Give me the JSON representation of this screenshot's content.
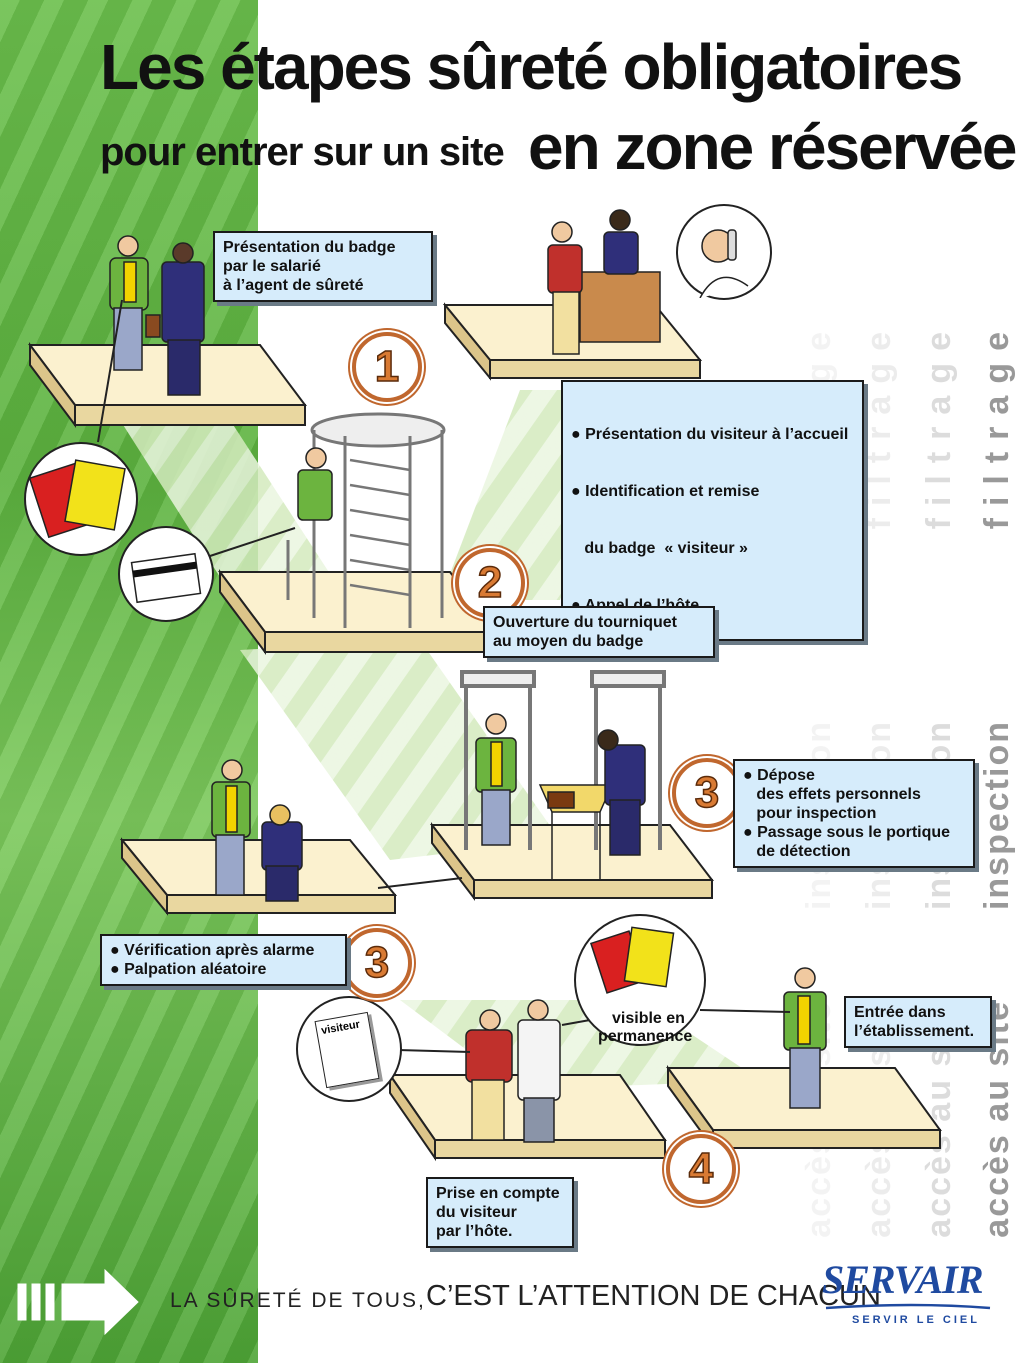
{
  "title": {
    "line1": "Les étapes sûreté obligatoires",
    "line2a": "pour entrer sur un site",
    "line2b": "en zone réservée"
  },
  "steps": {
    "step1a": {
      "number": "1",
      "lines": [
        "Présentation du badge",
        "par le salarié",
        "à l’agent de sûreté"
      ]
    },
    "step1b": {
      "lines": [
        "● Présentation du visiteur à l’accueil",
        "● Identification et remise",
        "   du badge  « visiteur »",
        "● Appel de l’hôte"
      ]
    },
    "step2": {
      "number": "2",
      "lines": [
        "Ouverture du tourniquet",
        "au moyen du badge"
      ]
    },
    "step3a": {
      "number": "3",
      "lines": [
        "● Dépose",
        "   des effets personnels",
        "   pour inspection",
        "● Passage sous le portique",
        "   de détection"
      ]
    },
    "step3b": {
      "number": "3",
      "lines": [
        "● Vérification après alarme",
        "● Palpation aléatoire"
      ]
    },
    "step4a": {
      "number": "4",
      "lines": [
        "Prise en compte",
        "du visiteur",
        "par l’hôte."
      ]
    },
    "step4b": {
      "lines": [
        "Entrée dans",
        "l’établissement."
      ]
    }
  },
  "badges": {
    "visitor_card": "visiteur",
    "visible_label": [
      "visible en",
      "permanence"
    ]
  },
  "side_words": {
    "filtrage": "filtrage",
    "inspection": "inspection",
    "acces": "accès au site"
  },
  "footer": {
    "tagline_a": "LA SÛRETÉ DE TOUS,",
    "tagline_b": "C’EST L’ATTENTION DE CHACUN",
    "logo": "SERVAIR",
    "logo_sub": "SERVIR LE CIEL"
  },
  "colors": {
    "box_fill": "#d6ecfb",
    "number_orange": "#d97a33",
    "background_green": "#5cb23f",
    "platform": "#fbf1cf",
    "logo_blue": "#1f4aa0"
  }
}
